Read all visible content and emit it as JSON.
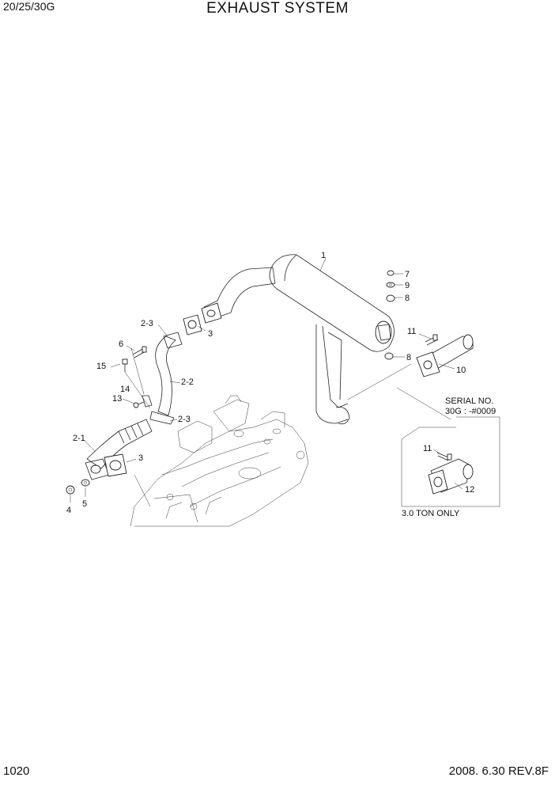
{
  "header": {
    "model": "20/25/30G",
    "title": "EXHAUST SYSTEM"
  },
  "footer": {
    "page": "1020",
    "revision": "2008. 6.30  REV.8F"
  },
  "callouts": {
    "c1": "1",
    "c2_1": "2-1",
    "c2_2": "2-2",
    "c2_3a": "2-3",
    "c2_3b": "2-3",
    "c3a": "3",
    "c3b": "3",
    "c4": "4",
    "c5": "5",
    "c6": "6",
    "c7": "7",
    "c8a": "8",
    "c8b": "8",
    "c9": "9",
    "c10": "10",
    "c11a": "11",
    "c11b": "11",
    "c12": "12",
    "c13": "13",
    "c14": "14",
    "c15": "15"
  },
  "notes": {
    "serial_line1": "SERIAL NO.",
    "serial_line2": "30G : -#0009",
    "ton_only": "3.0 TON ONLY"
  }
}
